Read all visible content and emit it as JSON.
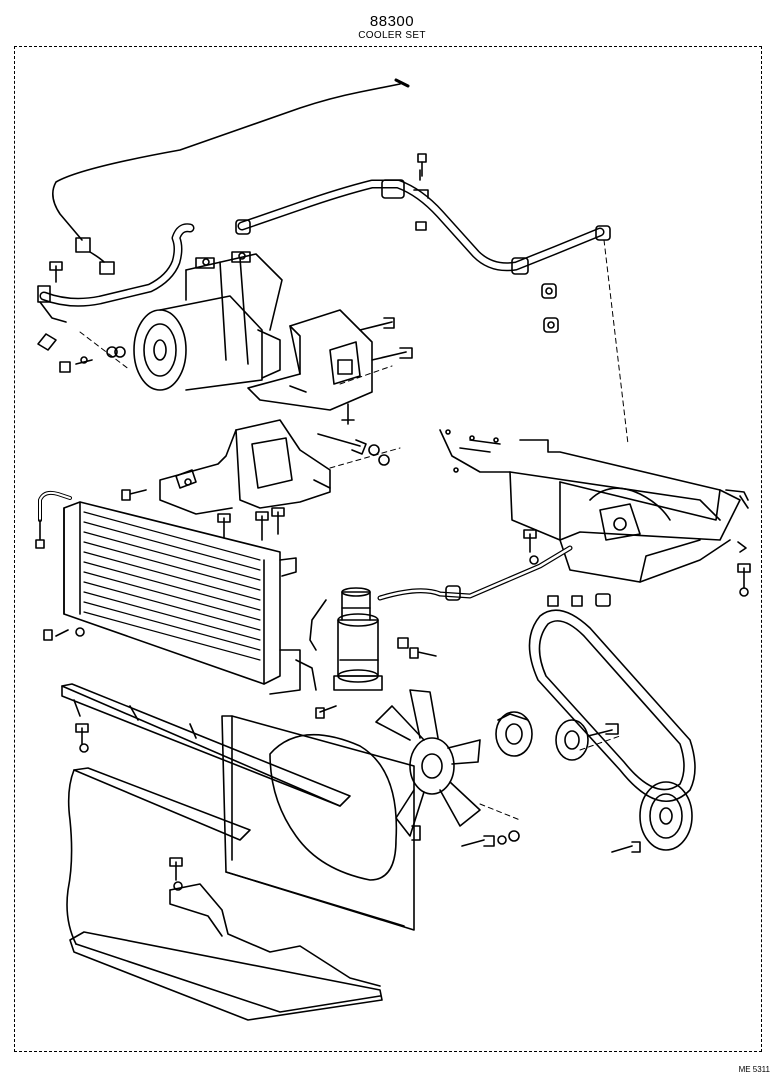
{
  "header": {
    "part_number": "88300",
    "part_name": "COOLER SET"
  },
  "footer": {
    "figure_code": "ME 5311"
  },
  "diagram": {
    "components": [
      "compressor",
      "compressor-bracket",
      "compressor-mount-bracket",
      "discharge-hose",
      "suction-hose",
      "wire-harness",
      "condenser",
      "receiver-drier",
      "evaporator-unit",
      "fan-shroud",
      "fan",
      "fan-pulley",
      "drive-belt",
      "idler-pulley",
      "radiator-support",
      "air-guide"
    ]
  }
}
